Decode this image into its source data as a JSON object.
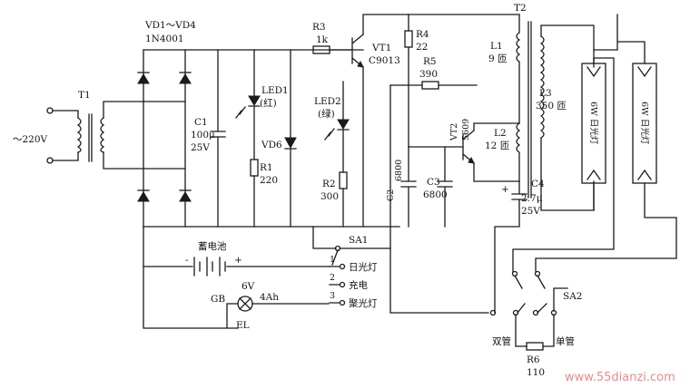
{
  "labels": {
    "vd_range": "VD1～VD4",
    "vd_part": "1N4001",
    "t1": "T1",
    "mains": "～220V",
    "c1_name": "C1",
    "c1_val": "100μ",
    "c1_volt": "25V",
    "led1_name": "LED1",
    "led1_color": "(红)",
    "r1_name": "R1",
    "r1_val": "220",
    "vd6": "VD6",
    "r3_name": "R3",
    "r3_val": "1k",
    "vt1_name": "VT1",
    "vt1_part": "C9013",
    "led2_name": "LED2",
    "led2_color": "(绿)",
    "r2_name": "R2",
    "r2_val": "300",
    "r4_name": "R4",
    "r4_val": "22",
    "r5_name": "R5",
    "r5_val": "390",
    "vt2_name": "VT2",
    "vt2_part": "5609",
    "c2_name": "C2",
    "c2_val": "6800",
    "c3_name": "C3",
    "c3_val": "6800",
    "t2": "T2",
    "l1_name": "L1",
    "l1_val": "9 匝",
    "l2_name": "L2",
    "l2_val": "12 匝",
    "l3_name": "L3",
    "l3_val": "350 匝",
    "c4_name": "C4",
    "c4_val": "2.7μ",
    "c4_volt": "25V",
    "lamp1": "6W 日光灯",
    "lamp2": "6W 日光灯",
    "battery": "蓄电池",
    "bat_minus": "-",
    "bat_plus": "+",
    "sa1": "SA1",
    "sw1_num": "1",
    "sw1_txt": "日光灯",
    "sw2_num": "2",
    "sw2_txt": "充电",
    "sw3_num": "3",
    "sw3_txt": "聚光灯",
    "gb": "GB",
    "gb_volt": "6V",
    "gb_cap": "4Ah",
    "el": "EL",
    "sa2": "SA2",
    "dual": "双管",
    "single": "单管",
    "r6_name": "R6",
    "r6_val": "110",
    "watermark": "www.55dianzi.com"
  }
}
